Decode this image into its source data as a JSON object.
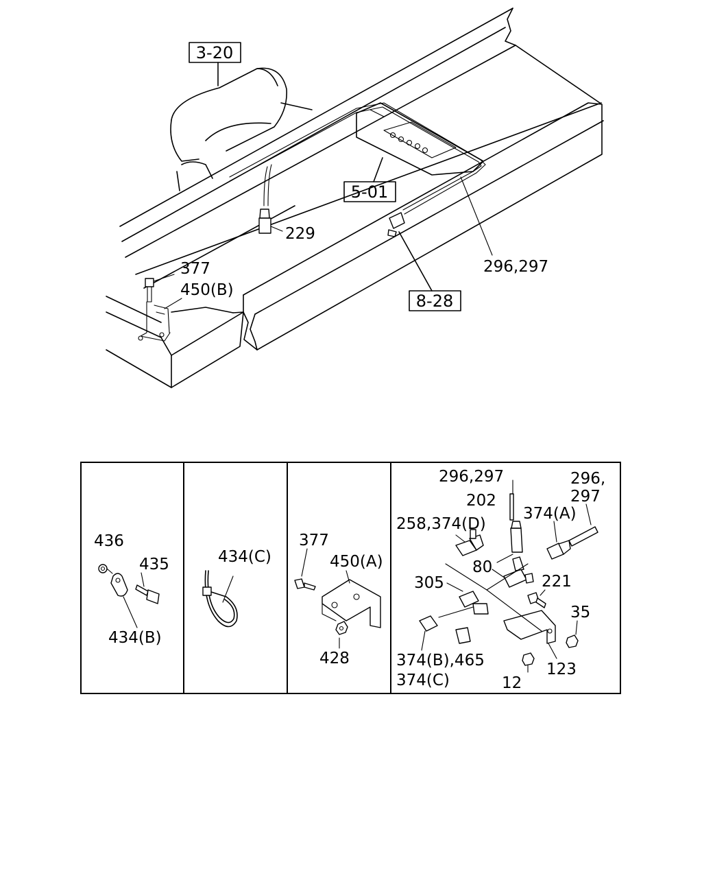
{
  "refs": [
    "3-20",
    "5-01",
    "8-28"
  ],
  "top": {
    "l229": "229",
    "l296": "296,297",
    "l377": "377",
    "l450b": "450(B)"
  },
  "panel1": {
    "l436": "436",
    "l435": "435",
    "l434b": "434(B)"
  },
  "panel2": {
    "l434c": "434(C)"
  },
  "panel3": {
    "l377": "377",
    "l450a": "450(A)",
    "l428": "428"
  },
  "panel4": {
    "l296a": "296,297",
    "l296b1": "296,",
    "l296b2": "297",
    "l202": "202",
    "l374a": "374(A)",
    "l258": "258,374(D)",
    "l80": "80",
    "l305": "305",
    "l221": "221",
    "l35": "35",
    "l374b": "374(B),465",
    "l374c": "374(C)",
    "l12": "12",
    "l123": "123"
  }
}
